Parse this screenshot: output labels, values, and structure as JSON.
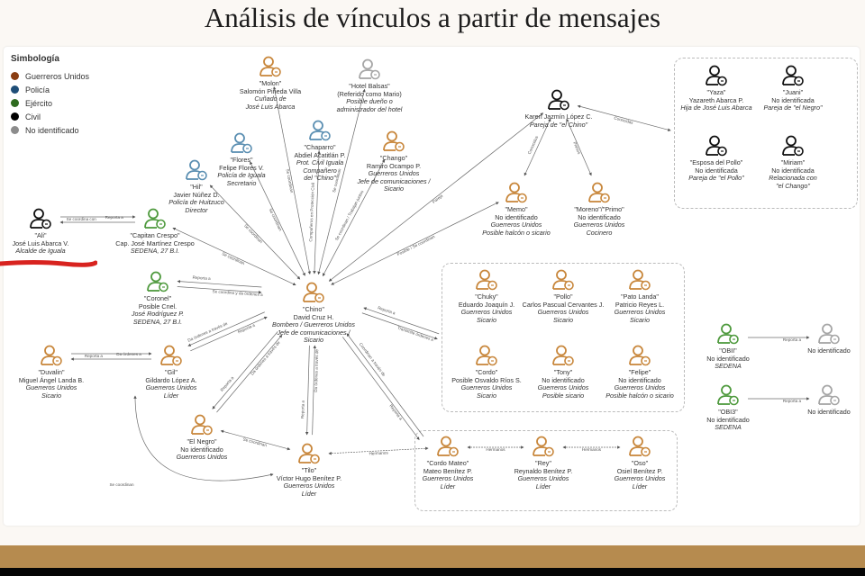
{
  "title": "Análisis de vínculos a partir de mensajes",
  "legend": {
    "title": "Simbología",
    "items": [
      {
        "label": "Guerreros Unidos",
        "color": "#8a3d12"
      },
      {
        "label": "Policía",
        "color": "#1f4e78"
      },
      {
        "label": "Ejército",
        "color": "#2e6b1f"
      },
      {
        "label": "Civil",
        "color": "#000000"
      },
      {
        "label": "No identificado",
        "color": "#8c8c8c"
      }
    ]
  },
  "category_colors": {
    "gu": "#c8873c",
    "policia": "#5b8fb2",
    "ejercito": "#4f9a3e",
    "civil": "#111111",
    "ni": "#a6a6a6"
  },
  "annotation_color": "#d8231f",
  "nodes": [
    {
      "id": "ali",
      "cat": "civil",
      "lines": [
        "\"Ali\"",
        "José Luis Abarca V.",
        "Alcalde de Iguala"
      ]
    },
    {
      "id": "crespo",
      "cat": "ejercito",
      "lines": [
        "\"Capitan Crespo\"",
        "Cap. José Martínez Crespo",
        "SEDENA, 27 B.I."
      ]
    },
    {
      "id": "coronel",
      "cat": "ejercito",
      "lines": [
        "\"Coronel\"",
        "Posible Cnel.",
        "José Rodríguez P.",
        "SEDENA, 27 B.I."
      ]
    },
    {
      "id": "duvalin",
      "cat": "gu",
      "lines": [
        "\"Duvalin\"",
        "Miguel Ángel Landa B.",
        "Guerreros Unidos",
        "Sicario"
      ]
    },
    {
      "id": "gil",
      "cat": "gu",
      "lines": [
        "\"Gil\"",
        "Gildardo López A.",
        "Guerreros Unidos",
        "Líder"
      ]
    },
    {
      "id": "negro",
      "cat": "gu",
      "lines": [
        "\"El Negro\"",
        "No identificado",
        "Guerreros Unidos"
      ]
    },
    {
      "id": "tilo",
      "cat": "gu",
      "lines": [
        "\"Tilo\"",
        "Víctor Hugo Benítez P.",
        "Guerreros Unidos",
        "Líder"
      ]
    },
    {
      "id": "chino",
      "cat": "gu",
      "lines": [
        "\"Chino\"",
        "David Cruz H.",
        "Bombero / Guerreros Unidos",
        "Jefe de comunicaciones /",
        "Sicario"
      ]
    },
    {
      "id": "hil",
      "cat": "policia",
      "lines": [
        "\"Hil\"",
        "Javier Núñez D.",
        "Policía de Huitzuco",
        "Director"
      ]
    },
    {
      "id": "flores",
      "cat": "policia",
      "lines": [
        "\"Flores\"",
        "Felipe Flores V.",
        "Policía de Iguala",
        "Secretario"
      ]
    },
    {
      "id": "molon",
      "cat": "gu",
      "lines": [
        "\"Molon\"",
        "Salomón Pineda Villa",
        "Cuñado de",
        "José Luis Abarca"
      ]
    },
    {
      "id": "chaparro",
      "cat": "policia",
      "lines": [
        "\"Chaparro\"",
        "Abdiel Acatitlán P.",
        "Prot. Civil Iguala",
        "Compañero",
        "del \"Chino\""
      ]
    },
    {
      "id": "hotel",
      "cat": "ni",
      "lines": [
        "\"Hotel Balsas\"",
        "(Referido como Mario)",
        "Posible dueño o",
        "administrador del hotel"
      ]
    },
    {
      "id": "chango",
      "cat": "gu",
      "lines": [
        "\"Chango\"",
        "Ramiro Ocampo P.",
        "Guerreros Unidos",
        "Jefe de comunicaciones /",
        "Sicario"
      ]
    },
    {
      "id": "karen",
      "cat": "civil",
      "lines": [
        "Karen Jazmín López C.",
        "Pareja de \"el Chino\""
      ]
    },
    {
      "id": "memo",
      "cat": "gu",
      "lines": [
        "\"Memo\"",
        "No identificado",
        "Guerreros Unidos",
        "Posible halcón o sicario"
      ]
    },
    {
      "id": "moreno",
      "cat": "gu",
      "lines": [
        "\"Moreno\"/\"Primo\"",
        "No identificado",
        "Guerreros Unidos",
        "Cocinero"
      ]
    },
    {
      "id": "yaza",
      "cat": "civil",
      "lines": [
        "\"Yaza\"",
        "Yazareth Abarca P.",
        "Hija de José Luis Abarca"
      ]
    },
    {
      "id": "juani",
      "cat": "civil",
      "lines": [
        "\"Juani\"",
        "No identificada",
        "Pareja de \"el Negro\""
      ]
    },
    {
      "id": "esposa",
      "cat": "civil",
      "lines": [
        "\"Esposa del Pollo\"",
        "No identificada",
        "Pareja de \"el Pollo\""
      ]
    },
    {
      "id": "miriam",
      "cat": "civil",
      "lines": [
        "\"Miriam\"",
        "No identificada",
        "Relacionada con",
        "\"el Chango\""
      ]
    },
    {
      "id": "chuky",
      "cat": "gu",
      "lines": [
        "\"Chuky\"",
        "Eduardo Joaquín J.",
        "Guerreros Unidos",
        "Sicario"
      ]
    },
    {
      "id": "pollo",
      "cat": "gu",
      "lines": [
        "\"Pollo\"",
        "Carlos Pascual Cervantes J.",
        "Guerreros Unidos",
        "Sicario"
      ]
    },
    {
      "id": "pato",
      "cat": "gu",
      "lines": [
        "\"Pato Landa\"",
        "Patricio Reyes L.",
        "Guerreros Unidos",
        "Sicario"
      ]
    },
    {
      "id": "cordo",
      "cat": "gu",
      "lines": [
        "\"Cordo\"",
        "Posible Osvaldo Ríos S.",
        "Guerreros Unidos",
        "Sicario"
      ]
    },
    {
      "id": "tony",
      "cat": "gu",
      "lines": [
        "\"Tony\"",
        "No identificado",
        "Guerreros Unidos",
        "Posible sicario"
      ]
    },
    {
      "id": "felipe",
      "cat": "gu",
      "lines": [
        "\"Felipe\"",
        "No identificado",
        "Guerreros Unidos",
        "Posible halcón o sicario"
      ]
    },
    {
      "id": "cordomateo",
      "cat": "gu",
      "lines": [
        "\"Cordo Mateo\"",
        "Mateo Benítez P.",
        "Guerreros Unidos",
        "Líder"
      ]
    },
    {
      "id": "rey",
      "cat": "gu",
      "lines": [
        "\"Rey\"",
        "Reynaldo Benítez P.",
        "Guerreros Unidos",
        "Líder"
      ]
    },
    {
      "id": "oso",
      "cat": "gu",
      "lines": [
        "\"Oso\"",
        "Osiel Benítez P.",
        "Guerreros Unidos",
        "Líder"
      ]
    },
    {
      "id": "obii",
      "cat": "ejercito",
      "lines": [
        "\"OBII\"",
        "No identificado",
        "SEDENA"
      ]
    },
    {
      "id": "ni1",
      "cat": "ni",
      "lines": [
        "No identificado"
      ]
    },
    {
      "id": "obi3",
      "cat": "ejercito",
      "lines": [
        "\"OBI3\"",
        "No identificado",
        "SEDENA"
      ]
    },
    {
      "id": "ni2",
      "cat": "ni",
      "lines": [
        "No identificado"
      ]
    }
  ],
  "edges": [
    {
      "from": "ali",
      "to": "crespo",
      "label": "Se coordina con"
    },
    {
      "from": "crespo",
      "to": "ali",
      "label": "Reporta a"
    },
    {
      "from": "crespo",
      "to": "chino",
      "label": "Se coordinan",
      "both": true
    },
    {
      "from": "coronel",
      "to": "chino",
      "label": "Se coordina y da órdenes a"
    },
    {
      "from": "chino",
      "to": "coronel",
      "label": "Reporta a"
    },
    {
      "from": "duvalin",
      "to": "gil",
      "label": "Reporta a"
    },
    {
      "from": "gil",
      "to": "duvalin",
      "label": "Da órdenes a"
    },
    {
      "from": "gil",
      "to": "chino",
      "label": "Reporta a"
    },
    {
      "from": "chino",
      "to": "gil",
      "label": "Da órdenes a través de"
    },
    {
      "from": "negro",
      "to": "chino",
      "label": "Da órdenes a través de"
    },
    {
      "from": "chino",
      "to": "negro",
      "label": "Reporta a"
    },
    {
      "from": "tilo",
      "to": "chino",
      "label": "Da órdenes a través de"
    },
    {
      "from": "chino",
      "to": "tilo",
      "label": "Reporta a"
    },
    {
      "from": "negro",
      "to": "tilo",
      "label": "Se coordinan",
      "both": true
    },
    {
      "from": "tilo",
      "to": "gil",
      "label": "Se coordinan",
      "both": true,
      "curve": true
    },
    {
      "from": "tilo",
      "to": "cordomateo",
      "label": "Hermanos",
      "both": true
    },
    {
      "from": "cordomateo",
      "to": "rey",
      "label": "Hermanos",
      "both": true
    },
    {
      "from": "rey",
      "to": "oso",
      "label": "Hermanos",
      "both": true
    },
    {
      "from": "hil",
      "to": "chino",
      "label": "Se coordinan",
      "both": true
    },
    {
      "from": "flores",
      "to": "chino",
      "label": "Se coordinan",
      "both": true
    },
    {
      "from": "molon",
      "to": "chino",
      "label": "Se coordinan",
      "both": true
    },
    {
      "from": "chaparro",
      "to": "chino",
      "label": "Compañeros en Protección Civil",
      "both": true
    },
    {
      "from": "hotel",
      "to": "chino",
      "label": "Se coordinan",
      "both": true
    },
    {
      "from": "chango",
      "to": "chino",
      "label": "Se coordinan / Trabajan juntos",
      "both": true
    },
    {
      "from": "chino",
      "to": "karen",
      "label": "Pareja",
      "both": true
    },
    {
      "from": "chino",
      "to": "memo",
      "label": "Posible / Se coordinan",
      "both": true
    },
    {
      "from": "karen",
      "to": "memo",
      "label": "Conocidos",
      "both": true
    },
    {
      "from": "karen",
      "to": "moreno",
      "label": "Primos",
      "both": true
    },
    {
      "from": "karen",
      "to": "box-family",
      "label": "Conocidas",
      "both": true
    },
    {
      "from": "chino",
      "to": "box-sicarios",
      "label": "Transmite órdenes a"
    },
    {
      "from": "box-sicarios",
      "to": "chino",
      "label": "Reporta a"
    },
    {
      "from": "chino",
      "to": "box-benitez",
      "label": "Reporta a"
    },
    {
      "from": "box-benitez",
      "to": "chino",
      "label": "Coordinan a través de"
    },
    {
      "from": "obii",
      "to": "ni1",
      "label": "Reporta a"
    },
    {
      "from": "obi3",
      "to": "ni2",
      "label": "Reporta a"
    }
  ]
}
